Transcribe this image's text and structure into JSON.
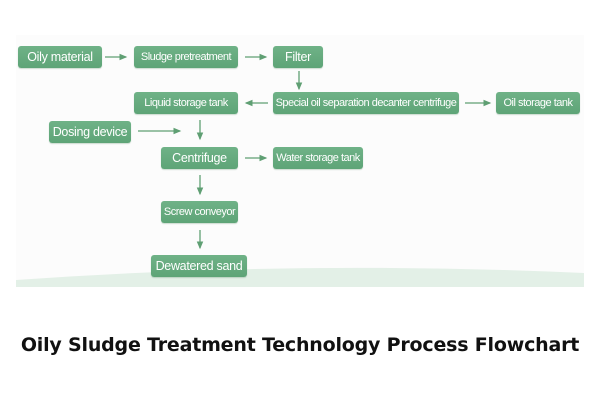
{
  "diagram": {
    "nodes": {
      "oily_material": "Oily material",
      "sludge_pretreatment": "Sludge pretreatment",
      "filter": "Filter",
      "liquid_storage_tank": "Liquid storage tank",
      "decanter_centrifuge": "Special oil separation decanter centrifuge",
      "oil_storage_tank": "Oil storage tank",
      "dosing_device": "Dosing device",
      "centrifuge": "Centrifuge",
      "water_storage_tank": "Water storage tank",
      "screw_conveyor": "Screw conveyor",
      "dewatered_sand": "Dewatered sand"
    },
    "edges": [
      [
        "oily_material",
        "sludge_pretreatment"
      ],
      [
        "sludge_pretreatment",
        "filter"
      ],
      [
        "filter",
        "decanter_centrifuge"
      ],
      [
        "decanter_centrifuge",
        "liquid_storage_tank"
      ],
      [
        "decanter_centrifuge",
        "oil_storage_tank"
      ],
      [
        "liquid_storage_tank",
        "centrifuge"
      ],
      [
        "dosing_device",
        "centrifuge"
      ],
      [
        "centrifuge",
        "water_storage_tank"
      ],
      [
        "centrifuge",
        "screw_conveyor"
      ],
      [
        "screw_conveyor",
        "dewatered_sand"
      ]
    ],
    "colors": {
      "node_fill": "#63a87b",
      "arrow": "#5f9f73",
      "ground": "#e3f0e7"
    }
  },
  "caption": "Oily Sludge Treatment Technology Process Flowchart"
}
